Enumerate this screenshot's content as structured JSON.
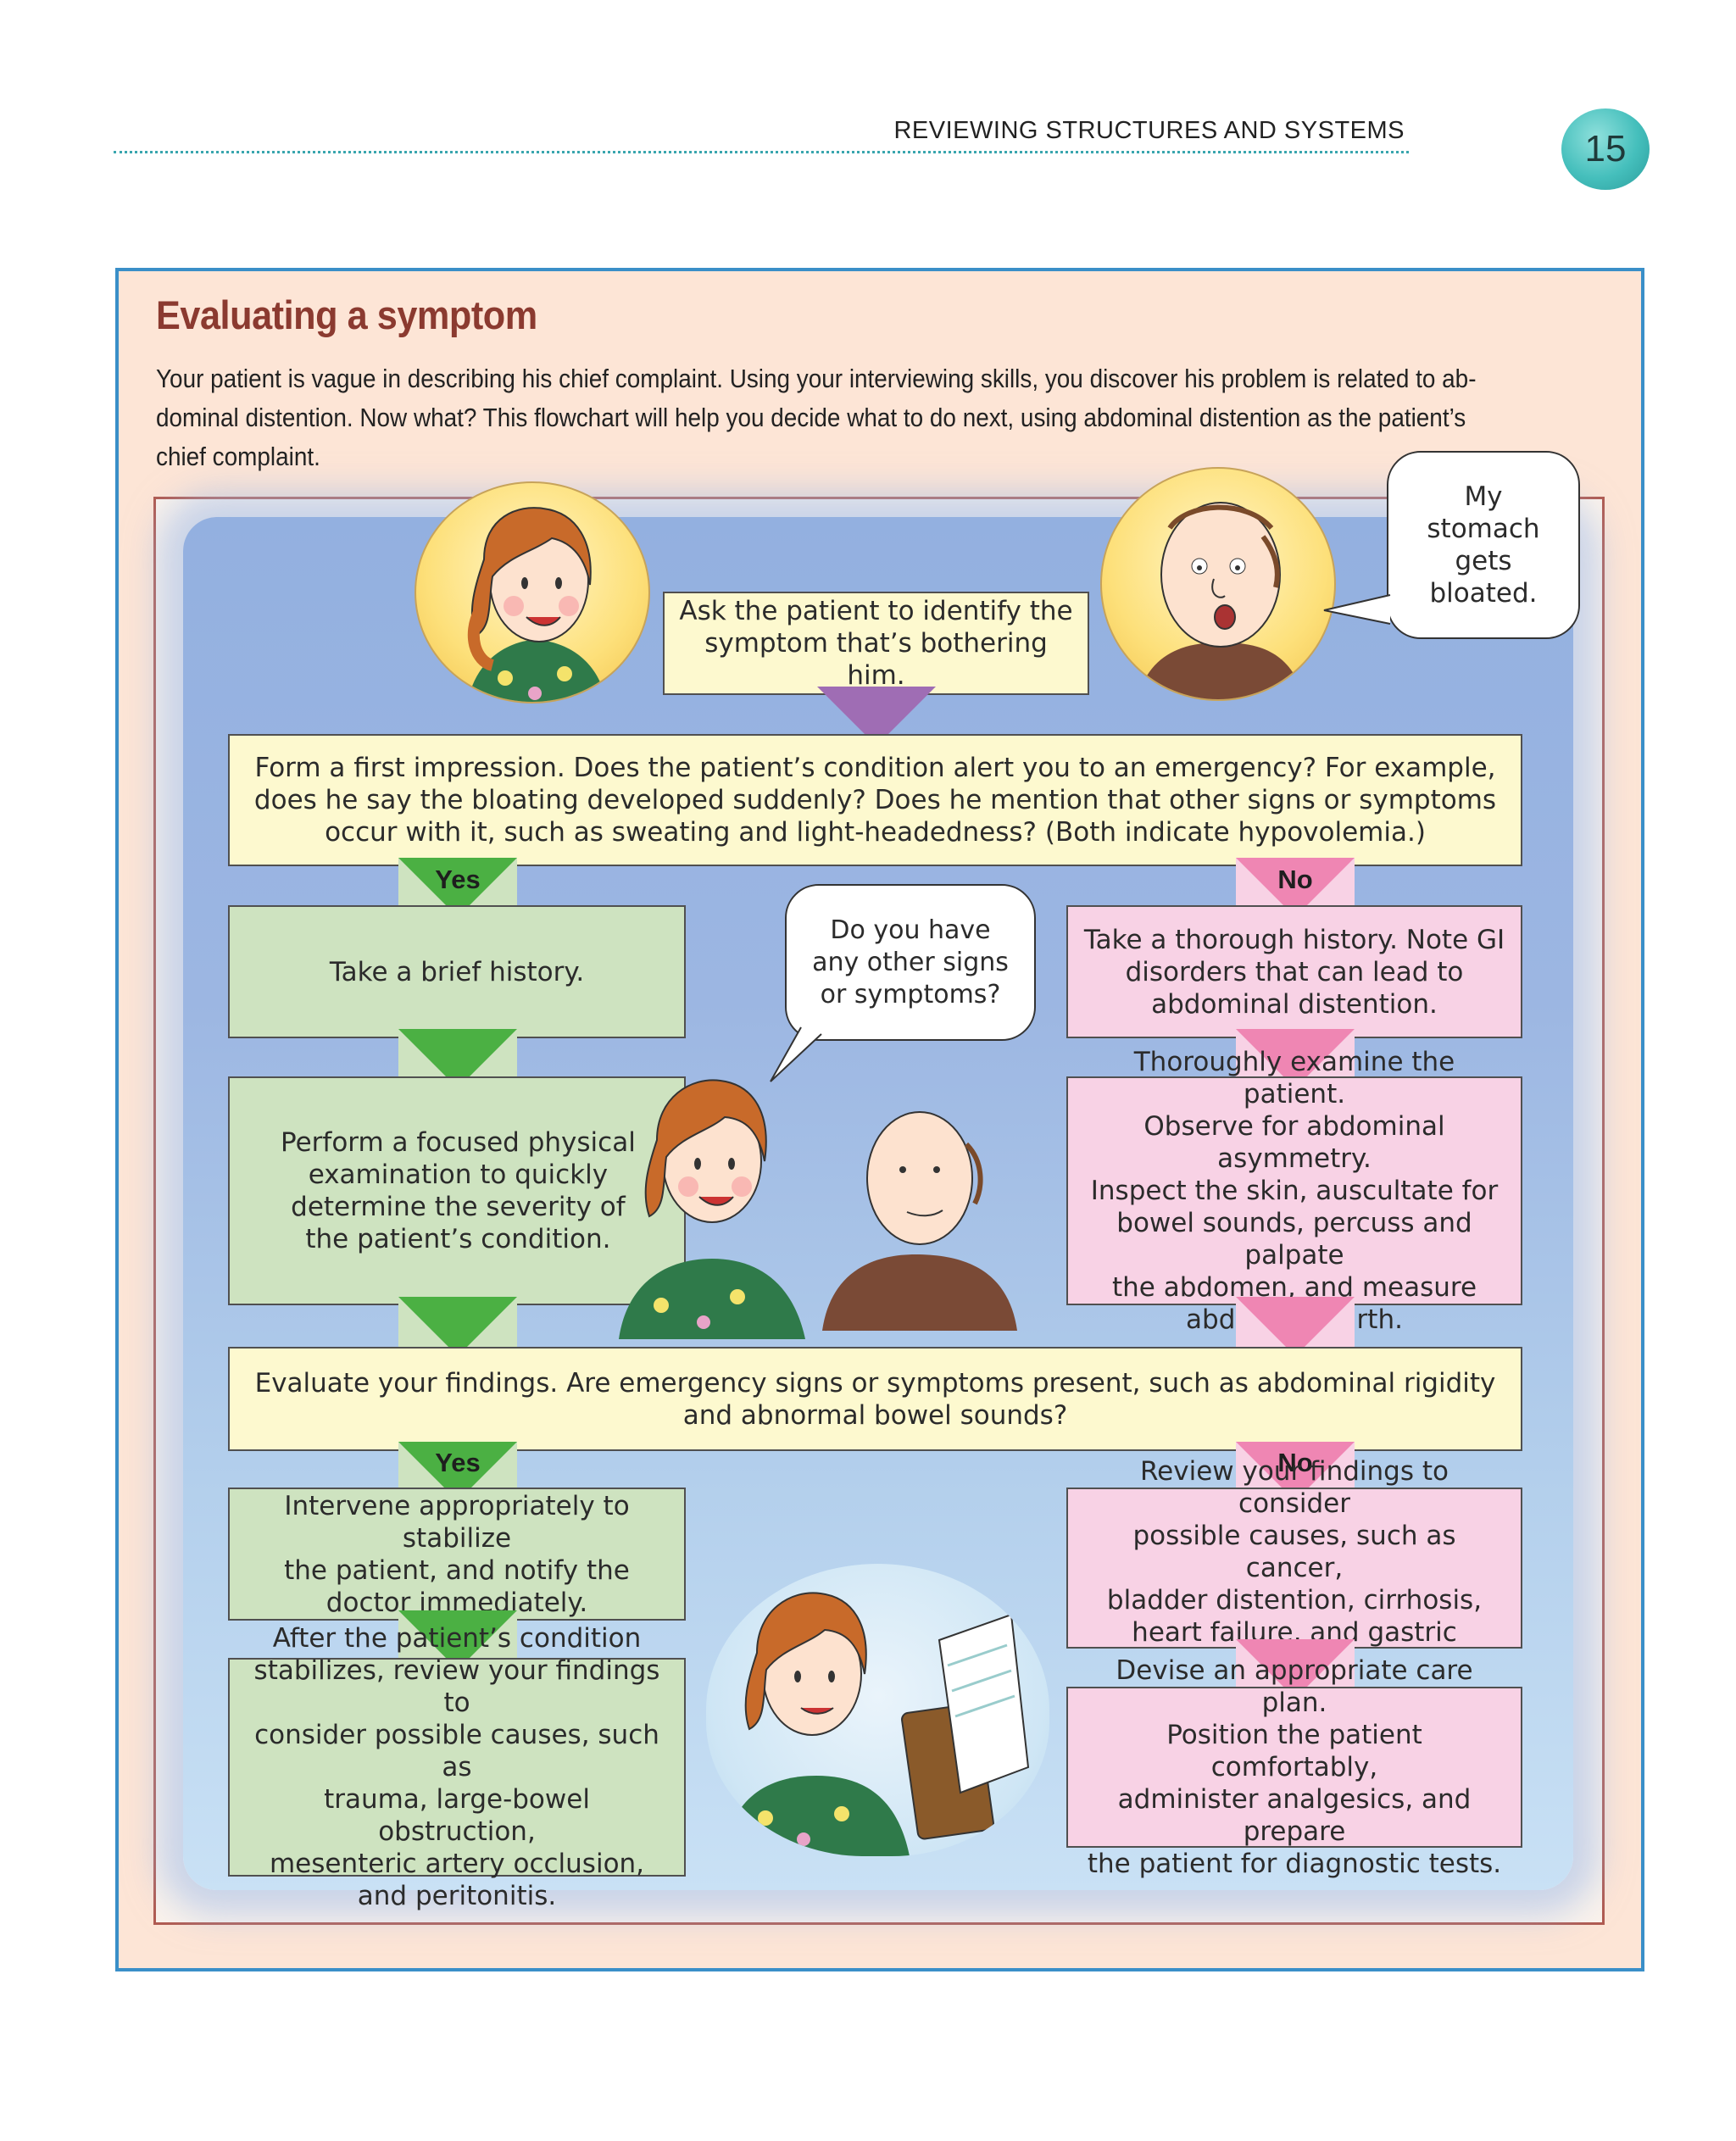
{
  "header": {
    "running_head": "REVIEWING STRUCTURES AND SYSTEMS",
    "page_number": "15"
  },
  "title": "Evaluating a symptom",
  "intro": [
    "Your patient is vague in describing his chief complaint. Using your interviewing skills, you discover his problem is related to ab-",
    "dominal distention. Now what? This flowchart will help you decide what to do next, using abdominal distention as the patient’s",
    "chief complaint."
  ],
  "bubbles": {
    "patient_top": [
      "My",
      "stomach",
      "gets",
      "bloated."
    ],
    "nurse_mid": [
      "Do you have",
      "any other signs",
      "or symptoms?"
    ]
  },
  "steps": {
    "ask": [
      "Ask the patient to identify the",
      "symptom that’s bothering him."
    ],
    "first_impression": [
      "Form a first impression. Does the patient’s condition alert you to an emergency? For example,",
      "does he say the bloating developed suddenly? Does he mention that other signs or symptoms",
      "occur with it, such as sweating and light-headedness? (Both indicate hypovolemia.)"
    ],
    "brief_history": [
      "Take a brief history."
    ],
    "focused_exam": [
      "Perform a focused physical",
      "examination to quickly",
      "determine the severity of",
      "the patient’s condition."
    ],
    "thorough_history": [
      "Take a thorough history. Note GI",
      "disorders that can lead to",
      "abdominal distention."
    ],
    "thorough_exam": [
      "Thoroughly examine the patient.",
      "Observe for abdominal asymmetry.",
      "Inspect the skin, auscultate for",
      "bowel sounds, percuss and palpate",
      "the abdomen, and measure",
      "abdominal girth."
    ],
    "evaluate": [
      "Evaluate your findings. Are emergency signs or symptoms present, such as abdominal rigidity",
      "and abnormal bowel sounds?"
    ],
    "intervene": [
      "Intervene appropriately to stabilize",
      "the patient, and notify the",
      "doctor immediately."
    ],
    "after_stabilize": [
      "After the patient’s condition",
      "stabilizes, review your findings to",
      "consider possible causes, such as",
      "trauma, large-bowel obstruction,",
      "mesenteric artery occlusion,",
      "and peritonitis."
    ],
    "review_causes": [
      "Review your findings to consider",
      "possible causes, such as cancer,",
      "bladder distention, cirrhosis,",
      "heart failure, and gastric dilation."
    ],
    "care_plan": [
      "Devise an appropriate care plan.",
      "Position the patient comfortably,",
      "administer analgesics, and prepare",
      "the patient for diagnostic tests."
    ]
  },
  "labels": {
    "yes": "Yes",
    "no": "No"
  },
  "colors": {
    "title": "#8b3a30",
    "frame_border": "#3a8fc8",
    "yes_arrow": "#4bb043",
    "no_arrow": "#ef86b3",
    "start_arrow": "#9f6db4",
    "yes_box": "#cee3c0",
    "no_box": "#f8d2e5",
    "neutral_box": "#fdf9cf"
  },
  "icons": [
    "nurse-portrait",
    "patient-portrait",
    "nurse-and-patient-illustration",
    "nurse-with-chart-illustration",
    "speech-bubble"
  ]
}
